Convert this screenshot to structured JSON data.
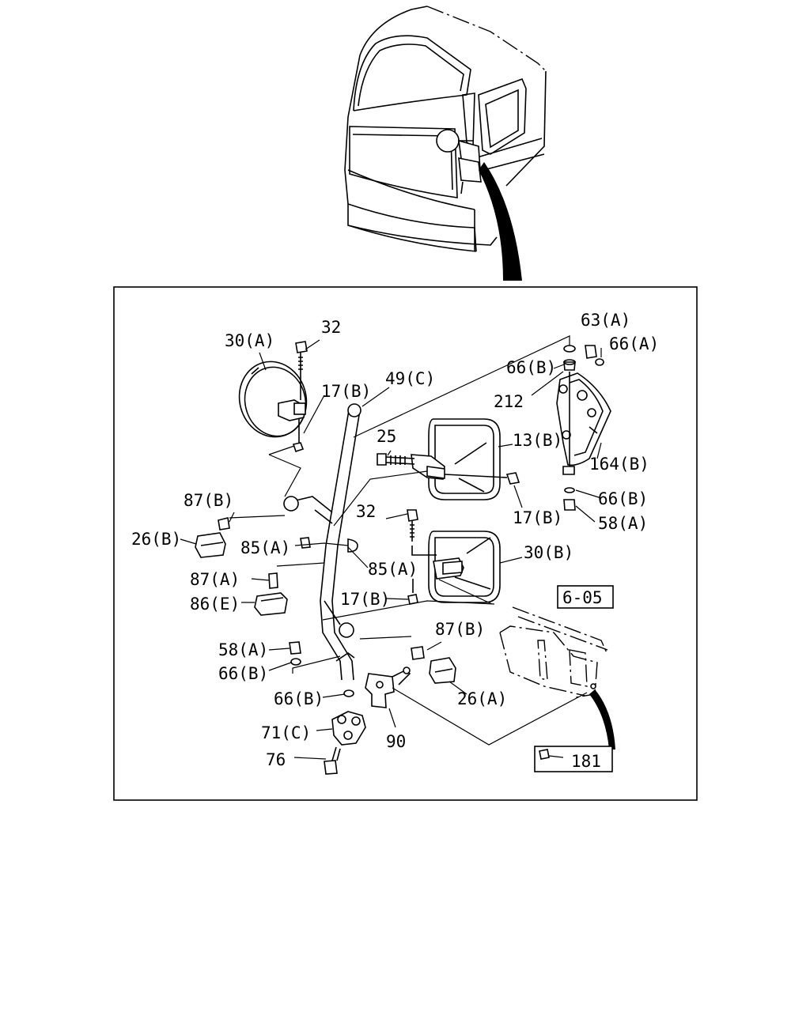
{
  "inset_frame_label": "6-05",
  "callouts": [
    {
      "id": "c-30a",
      "text": "30(A)"
    },
    {
      "id": "c-32-top",
      "text": "32"
    },
    {
      "id": "c-17b-top",
      "text": "17(B)"
    },
    {
      "id": "c-49c",
      "text": "49(C)"
    },
    {
      "id": "c-63a",
      "text": "63(A)"
    },
    {
      "id": "c-66a",
      "text": "66(A)"
    },
    {
      "id": "c-66b-top",
      "text": "66(B)"
    },
    {
      "id": "c-212",
      "text": "212"
    },
    {
      "id": "c-25",
      "text": "25"
    },
    {
      "id": "c-13b",
      "text": "13(B)"
    },
    {
      "id": "c-164b",
      "text": "164(B)"
    },
    {
      "id": "c-66b-right",
      "text": "66(B)"
    },
    {
      "id": "c-58a-right",
      "text": "58(A)"
    },
    {
      "id": "c-17b-mid",
      "text": "17(B)"
    },
    {
      "id": "c-87b-left",
      "text": "87(B)"
    },
    {
      "id": "c-26b",
      "text": "26(B)"
    },
    {
      "id": "c-32-mid",
      "text": "32"
    },
    {
      "id": "c-85a-left",
      "text": "85(A)"
    },
    {
      "id": "c-85a-right",
      "text": "85(A)"
    },
    {
      "id": "c-30b",
      "text": "30(B)"
    },
    {
      "id": "c-87a",
      "text": "87(A)"
    },
    {
      "id": "c-86e",
      "text": "86(E)"
    },
    {
      "id": "c-17b-low",
      "text": "17(B)"
    },
    {
      "id": "c-87b-low",
      "text": "87(B)"
    },
    {
      "id": "c-58a-left",
      "text": "58(A)"
    },
    {
      "id": "c-66b-left",
      "text": "66(B)"
    },
    {
      "id": "c-26a",
      "text": "26(A)"
    },
    {
      "id": "c-66b-low",
      "text": "66(B)"
    },
    {
      "id": "c-71c",
      "text": "71(C)"
    },
    {
      "id": "c-90",
      "text": "90"
    },
    {
      "id": "c-76",
      "text": "76"
    },
    {
      "id": "c-181",
      "text": "181"
    }
  ]
}
